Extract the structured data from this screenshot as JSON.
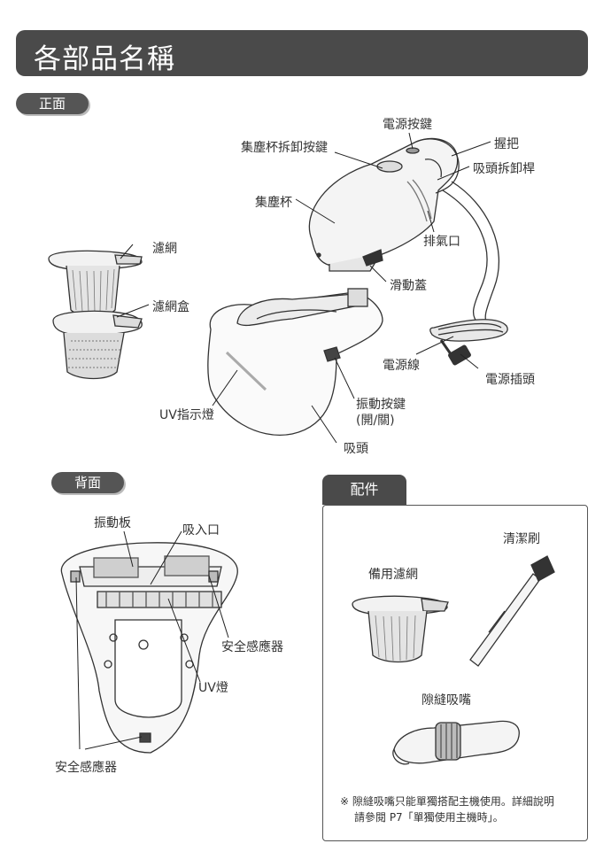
{
  "page_title": "各部品名稱",
  "sections": {
    "front": "正面",
    "back": "背面",
    "accessories": "配件"
  },
  "front_labels": {
    "power_button": "電源按鍵",
    "dust_cup_release": "集塵杯拆卸按鍵",
    "handle": "握把",
    "nozzle_release_lever": "吸頭拆卸桿",
    "dust_cup": "集塵杯",
    "exhaust": "排氣口",
    "filter": "濾網",
    "slide_cover": "滑動蓋",
    "filter_case": "濾網盒",
    "power_cord": "電源線",
    "plug": "電源插頭",
    "vibration_button_line1": "振動按鍵",
    "vibration_button_line2": "(開/關)",
    "uv_indicator": "UV指示燈",
    "nozzle": "吸頭"
  },
  "back_labels": {
    "vibration_plate": "振動板",
    "suction_port": "吸入口",
    "safety_sensor_right": "安全感應器",
    "uv_lamp": "UV燈",
    "safety_sensor_bottom": "安全感應器"
  },
  "accessory_labels": {
    "spare_filter": "備用濾網",
    "cleaning_brush": "清潔刷",
    "crevice_nozzle": "隙縫吸嘴",
    "note_line1": "※ 隙縫吸嘴只能單獨搭配主機使用。詳細說明",
    "note_line2": "請參閱 P7「單獨使用主機時」。"
  }
}
